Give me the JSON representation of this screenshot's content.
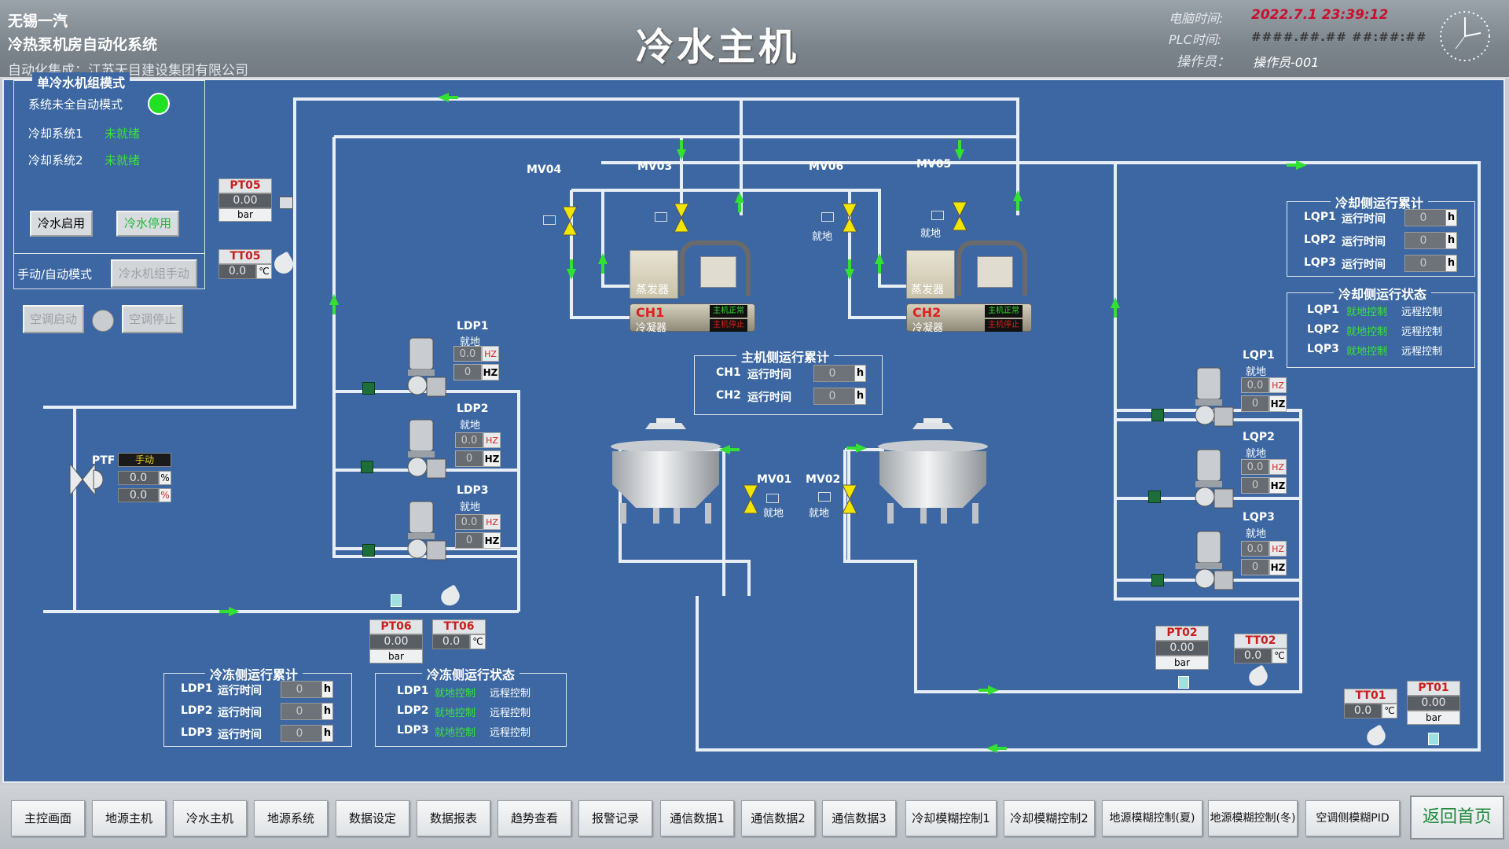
{
  "header": {
    "company": "无锡一汽",
    "system": "冷热泵机房自动化系统",
    "integrator": "自动化集成：江苏天目建设集团有限公司",
    "title": "冷水主机",
    "pc_time_label": "电脑时间:",
    "pc_time": "2022.7.1  23:39:12",
    "plc_time_label": "PLC时间:",
    "plc_time": "####.##.## ##:##:##",
    "operator_label": "操作员：",
    "operator": "操作员-001"
  },
  "mode_panel": {
    "title": "单冷水机组模式",
    "auto_status": "系统未全自动模式",
    "cooling1_label": "冷却系统1",
    "cooling1_state": "未就绪",
    "cooling2_label": "冷却系统2",
    "cooling2_state": "未就绪",
    "chw_enable": "冷水启用",
    "chw_disable": "冷水停用",
    "manual_auto_label": "手动/自动模式",
    "unit_manual": "冷水机组手动",
    "ac_start": "空调启动",
    "ac_stop": "空调停止",
    "status_color": "#22e022"
  },
  "sensors": {
    "PT05": {
      "name": "PT05",
      "value": "0.00",
      "unit": "bar"
    },
    "TT05": {
      "name": "TT05",
      "value": "0.0",
      "unit": "℃"
    },
    "PT06": {
      "name": "PT06",
      "value": "0.00",
      "unit": "bar"
    },
    "TT06": {
      "name": "TT06",
      "value": "0.0",
      "unit": "℃"
    },
    "PT02": {
      "name": "PT02",
      "value": "0.00",
      "unit": "bar"
    },
    "TT02": {
      "name": "TT02",
      "value": "0.0",
      "unit": "℃"
    },
    "TT01": {
      "name": "TT01",
      "value": "0.0",
      "unit": "℃"
    },
    "PT01": {
      "name": "PT01",
      "value": "0.00",
      "unit": "bar"
    }
  },
  "ptf": {
    "name": "PTF",
    "mode": "手动",
    "v1": "0.0",
    "u1": "%",
    "v2": "0.0",
    "u2": "%"
  },
  "valves": {
    "MV04": "MV04",
    "MV03": "MV03",
    "MV06": "MV06",
    "MV05": "MV05",
    "MV01": "MV01",
    "MV02": "MV02",
    "local": "就地"
  },
  "chillers": [
    {
      "name": "CH1",
      "evap": "蒸发器",
      "cond": "冷凝器",
      "run": "主机正常",
      "stop": "主机停止"
    },
    {
      "name": "CH2",
      "evap": "蒸发器",
      "cond": "冷凝器",
      "run": "主机正常",
      "stop": "主机停止"
    }
  ],
  "pumps_ldp": [
    {
      "name": "LDP1",
      "local": "就地",
      "hz": "0.0",
      "hz_unit": "HZ",
      "set": "0",
      "set_unit": "HZ"
    },
    {
      "name": "LDP2",
      "local": "就地",
      "hz": "0.0",
      "hz_unit": "HZ",
      "set": "0",
      "set_unit": "HZ"
    },
    {
      "name": "LDP3",
      "local": "就地",
      "hz": "0.0",
      "hz_unit": "HZ",
      "set": "0",
      "set_unit": "HZ"
    }
  ],
  "pumps_lqp": [
    {
      "name": "LQP1",
      "local": "就地",
      "hz": "0.0",
      "hz_unit": "HZ",
      "set": "0",
      "set_unit": "HZ"
    },
    {
      "name": "LQP2",
      "local": "就地",
      "hz": "0.0",
      "hz_unit": "HZ",
      "set": "0",
      "set_unit": "HZ"
    },
    {
      "name": "LQP3",
      "local": "就地",
      "hz": "0.0",
      "hz_unit": "HZ",
      "set": "0",
      "set_unit": "HZ"
    }
  ],
  "host_runtime": {
    "title": "主机侧运行累计",
    "rows": [
      {
        "name": "CH1",
        "label": "运行时间",
        "value": "0",
        "unit": "h"
      },
      {
        "name": "CH2",
        "label": "运行时间",
        "value": "0",
        "unit": "h"
      }
    ]
  },
  "cool_runtime": {
    "title": "冷却侧运行累计",
    "rows": [
      {
        "name": "LQP1",
        "label": "运行时间",
        "value": "0",
        "unit": "h"
      },
      {
        "name": "LQP2",
        "label": "运行时间",
        "value": "0",
        "unit": "h"
      },
      {
        "name": "LQP3",
        "label": "运行时间",
        "value": "0",
        "unit": "h"
      }
    ]
  },
  "cool_status": {
    "title": "冷却侧运行状态",
    "rows": [
      {
        "name": "LQP1",
        "local": "就地控制",
        "remote": "远程控制"
      },
      {
        "name": "LQP2",
        "local": "就地控制",
        "remote": "远程控制"
      },
      {
        "name": "LQP3",
        "local": "就地控制",
        "remote": "远程控制"
      }
    ]
  },
  "frz_runtime": {
    "title": "冷冻侧运行累计",
    "rows": [
      {
        "name": "LDP1",
        "label": "运行时间",
        "value": "0",
        "unit": "h"
      },
      {
        "name": "LDP2",
        "label": "运行时间",
        "value": "0",
        "unit": "h"
      },
      {
        "name": "LDP3",
        "label": "运行时间",
        "value": "0",
        "unit": "h"
      }
    ]
  },
  "frz_status": {
    "title": "冷冻侧运行状态",
    "rows": [
      {
        "name": "LDP1",
        "local": "就地控制",
        "remote": "远程控制"
      },
      {
        "name": "LDP2",
        "local": "就地控制",
        "remote": "远程控制"
      },
      {
        "name": "LDP3",
        "local": "就地控制",
        "remote": "远程控制"
      }
    ]
  },
  "nav": {
    "items": [
      "主控画面",
      "地源主机",
      "冷水主机",
      "地源系统",
      "数据设定",
      "数据报表",
      "趋势查看",
      "报警记录",
      "通信数据1",
      "通信数据2",
      "通信数据3",
      "冷却模糊控制1",
      "冷却模糊控制2",
      "地源模糊控制(夏)",
      "地源模糊控制(冬)",
      "空调侧模糊PID"
    ],
    "home": "返回首页"
  }
}
